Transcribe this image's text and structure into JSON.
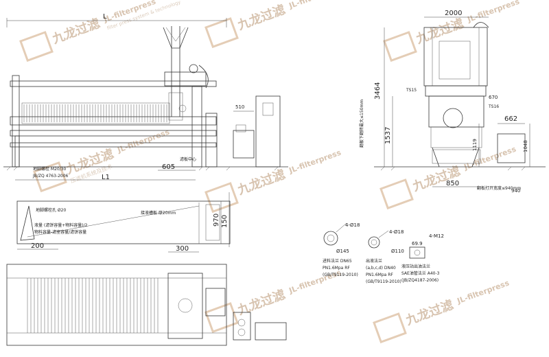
{
  "dimensions": {
    "L": "L",
    "L1": "L1",
    "d605": "605",
    "d510": "510",
    "d2000": "2000",
    "d3464": "3464",
    "d1537": "1537",
    "d670": "670",
    "d662": "662",
    "d1119": "1119",
    "d1048": "1048",
    "d850": "850",
    "d940": "940",
    "d150": "150",
    "d970": "970",
    "d200": "200",
    "d300": "300"
  },
  "labels": {
    "anchor_bolt": "地脚螺栓 M20/30",
    "anchor_std": "JB/ZQ 4763-2006",
    "pump_note": "滤板中心",
    "pit_note": "地脚螺栓孔 Ø20",
    "plan_note1": "液量 (滤饼容量+物料容量)/2",
    "plan_note2": "物料容量-滤室容量/滤饼容量",
    "side_note": "接液槽板 厚20mm",
    "ts15": "TS15",
    "ts16": "TS16",
    "vert_label1": "翻板下翻转最大≤150mm",
    "vert_label2": "翻板打开宽度≤940mm",
    "flange1_dim": "4-Ø18",
    "flange1_d": "Ø145",
    "flange1_t1": "进料法兰 DN65",
    "flange1_t2": "PN1.6Mpa RF",
    "flange1_t3": "(GB/T9119-2010)",
    "flange2_dim": "4-Ø18",
    "flange2_d": "Ø110",
    "flange2_t1": "出液法兰",
    "flange2_t2": "(a,b,c,d) DN40",
    "flange2_t3": "PN1.6Mpa RF",
    "flange2_t4": "(GB/T9119-2010)",
    "flange3_dim": "4-M12",
    "flange3_d": "69.9",
    "flange3_t1": "液压站出油法兰",
    "flange3_t2": "SAE油管法兰 A40-3",
    "flange3_t3": "(JB/ZQ4187-2006)"
  },
  "watermark": {
    "brand": "九龙过滤",
    "en": "JL-filterpress",
    "sub": "压滤机系统及技术",
    "sub_en": "filter press system & technology",
    "color": "#d8c4b0"
  }
}
